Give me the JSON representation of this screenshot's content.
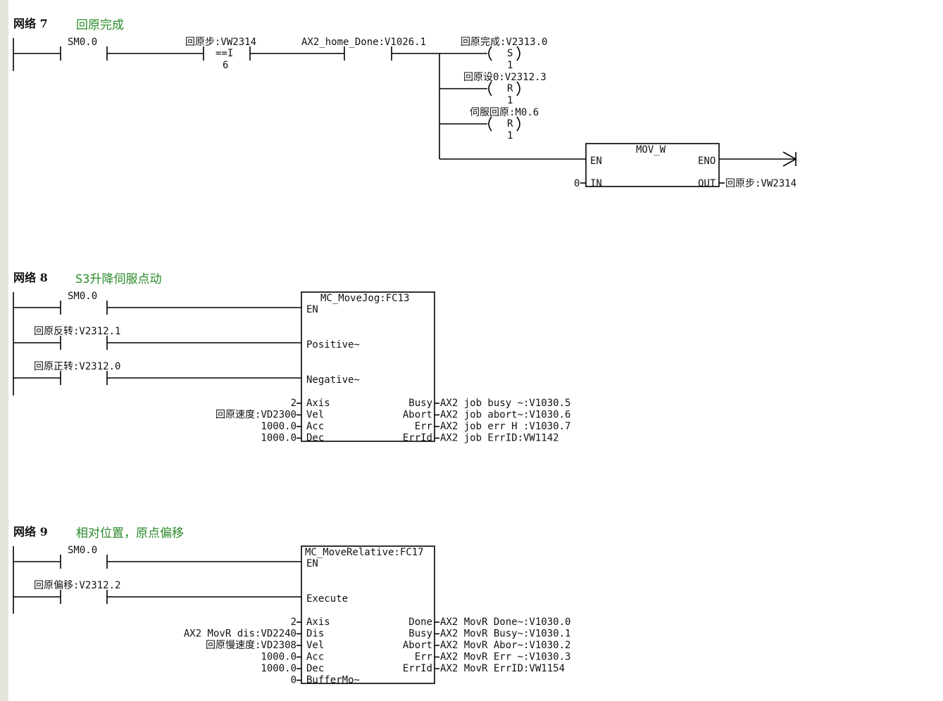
{
  "networks": [
    {
      "label": "网络 7",
      "comment": "回原完成",
      "contact_sm00": "SM0.0",
      "compare": {
        "operand": "回原步:VW2314",
        "op": "==I",
        "value": "6"
      },
      "contact_done": "AX2_home_Done:V1026.1",
      "coils": [
        {
          "operand": "回原完成:V2313.0",
          "type": "S",
          "count": "1"
        },
        {
          "operand": "回原设0:V2312.3",
          "type": "R",
          "count": "1"
        },
        {
          "operand": "伺服回原:M0.6",
          "type": "R",
          "count": "1"
        }
      ],
      "mov": {
        "title": "MOV_W",
        "en": "EN",
        "eno": "ENO",
        "in": "IN",
        "out": "OUT",
        "in_value": "0",
        "out_value": "回原步:VW2314"
      }
    },
    {
      "label": "网络 8",
      "comment": "S3升降伺服点动",
      "contacts": [
        "SM0.0",
        "回原反转:V2312.1",
        "回原正转:V2312.0"
      ],
      "block": {
        "title": "MC_MoveJog:FC13",
        "en": "EN",
        "in_pins": [
          "Positive~",
          "Negative~"
        ],
        "left_pins": [
          {
            "pin": "Axis",
            "value": "2"
          },
          {
            "pin": "Vel",
            "value": "回原速度:VD2300"
          },
          {
            "pin": "Acc",
            "value": "1000.0"
          },
          {
            "pin": "Dec",
            "value": "1000.0"
          }
        ],
        "right_pins": [
          {
            "pin": "Busy",
            "value": "AX2 job busy ~:V1030.5"
          },
          {
            "pin": "Abort",
            "value": "AX2 job abort~:V1030.6"
          },
          {
            "pin": "Err",
            "value": "AX2 job err H :V1030.7"
          },
          {
            "pin": "ErrId",
            "value": "AX2 job ErrID:VW1142"
          }
        ]
      }
    },
    {
      "label": "网络 9",
      "comment": "相对位置，原点偏移",
      "contacts": [
        "SM0.0",
        "回原偏移:V2312.2"
      ],
      "block": {
        "title": "MC_MoveRelative:FC17",
        "en": "EN",
        "in_pins": [
          "Execute"
        ],
        "left_pins": [
          {
            "pin": "Axis",
            "value": "2"
          },
          {
            "pin": "Dis",
            "value": "AX2 MovR dis:VD2240"
          },
          {
            "pin": "Vel",
            "value": "回原慢速度:VD2308"
          },
          {
            "pin": "Acc",
            "value": "1000.0"
          },
          {
            "pin": "Dec",
            "value": "1000.0"
          },
          {
            "pin": "BufferMo~",
            "value": "0"
          }
        ],
        "right_pins": [
          {
            "pin": "Done",
            "value": "AX2 MovR Done~:V1030.0"
          },
          {
            "pin": "Busy",
            "value": "AX2 MovR Busy~:V1030.1"
          },
          {
            "pin": "Abort",
            "value": "AX2 MovR Abor~:V1030.2"
          },
          {
            "pin": "Err",
            "value": "AX2 MovR Err ~:V1030.3"
          },
          {
            "pin": "ErrId",
            "value": "AX2 MovR ErrID:VW1154"
          }
        ]
      }
    }
  ]
}
